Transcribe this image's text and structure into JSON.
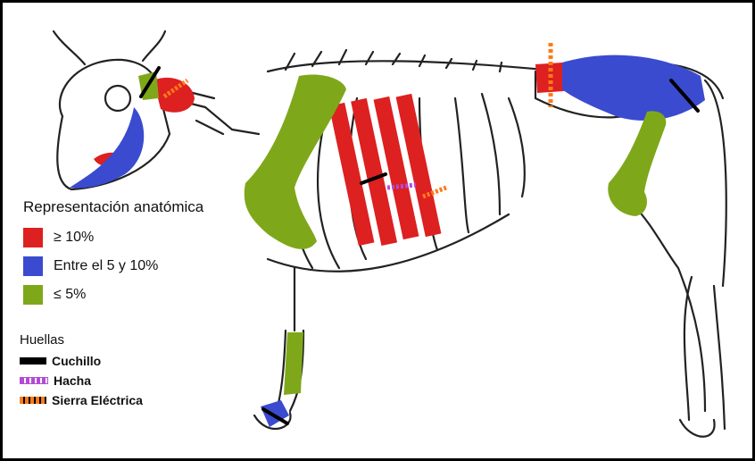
{
  "legend": {
    "title": "Representación anatómica",
    "items": [
      {
        "label": "≥ 10%",
        "color": "#dd2020"
      },
      {
        "label": "Entre el 5 y 10%",
        "color": "#3a4bd0"
      },
      {
        "label": "≤ 5%",
        "color": "#7ea81a"
      }
    ]
  },
  "prints": {
    "title": "Huellas",
    "items": [
      {
        "label": "Cuchillo",
        "color": "#000000"
      },
      {
        "label": "Hacha",
        "color": "#b44bd6"
      },
      {
        "label": "Sierra Eléctrica",
        "color": "#ff7a1a"
      }
    ]
  }
}
